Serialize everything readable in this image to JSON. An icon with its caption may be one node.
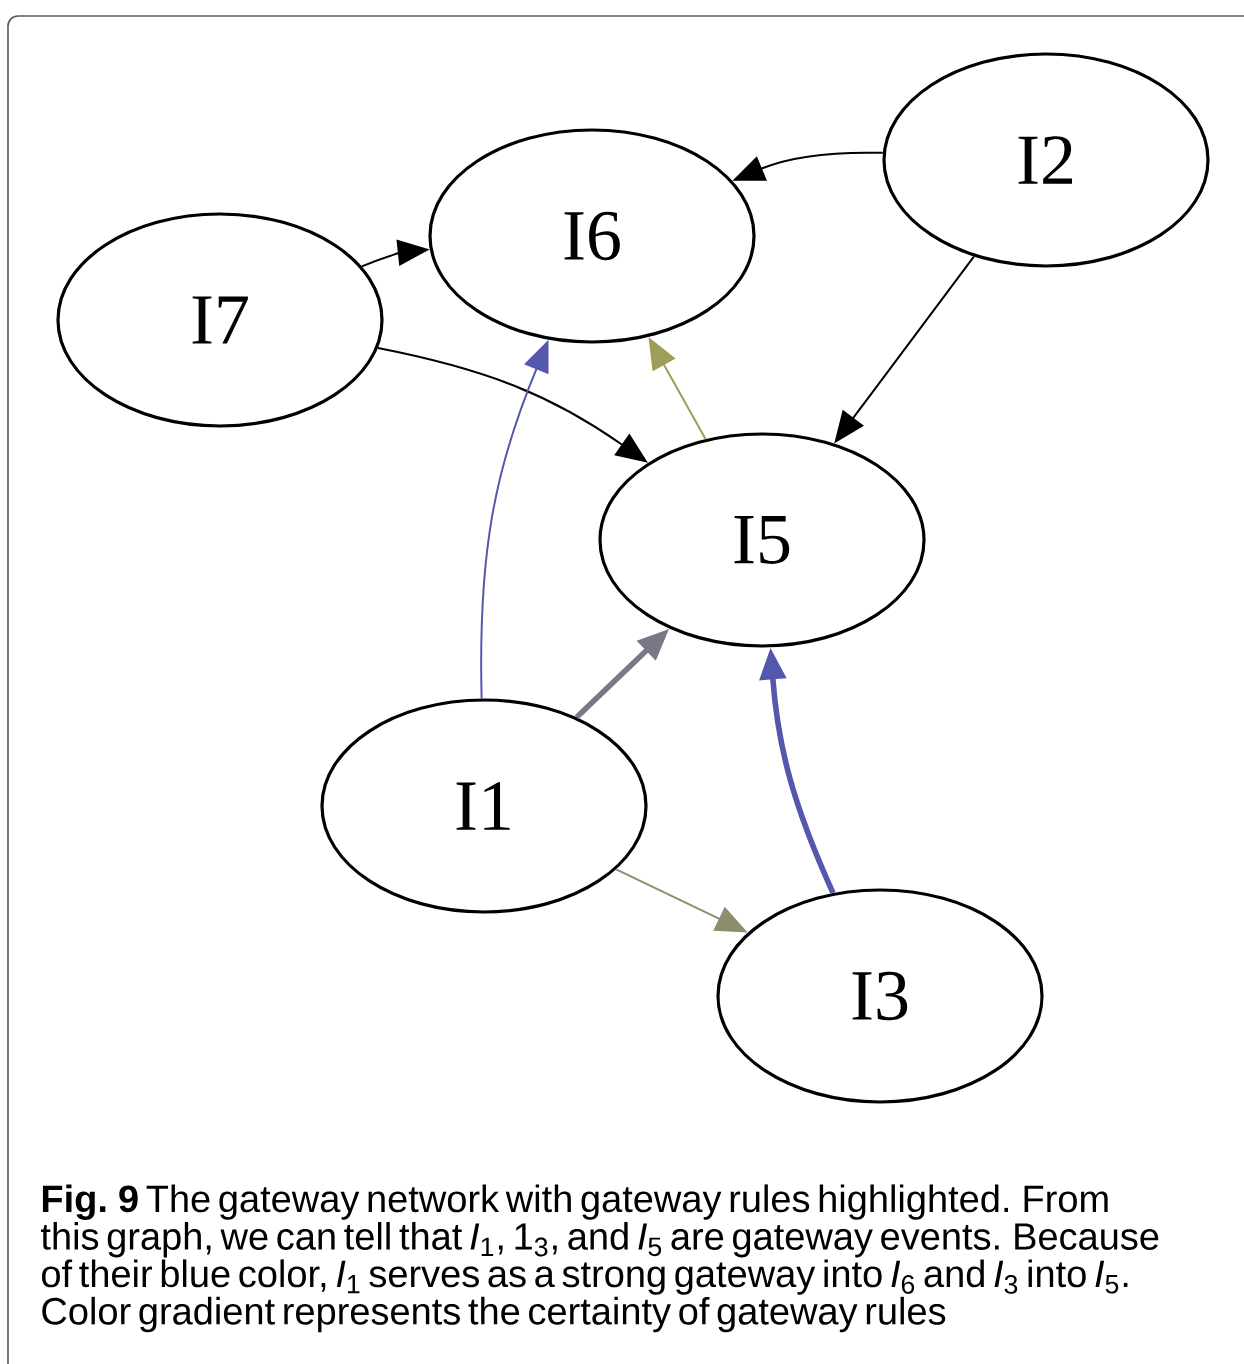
{
  "diagram": {
    "caption": "**Fig. 9** The gateway network with gateway rules highlighted. From this graph, we can tell that *I*$_{1}$, 1$_{3}$, and *I*$_{5}$ are gateway events. Because of their blue color, *I*$_{1}$ serves as a strong gateway into *I*$_{6}$ and *I*$_{3}$ into *I*$_{5}$. Color gradient represents the certainty of gateway rules",
    "nodes": [
      {
        "text": [
          "I2"
        ]
      },
      {
        "text": [
          "I6"
        ]
      },
      {
        "text": [
          "I7"
        ]
      },
      {
        "text": [
          "I5"
        ]
      },
      {
        "text": [
          "I1"
        ]
      },
      {
        "text": [
          "I3"
        ]
      }
    ],
    "edges": [
      {
        "from": 2,
        "to": 1,
        "arrow": "to"
      },
      {
        "from": 0,
        "to": 1,
        "arrow": "to"
      },
      {
        "from": 2,
        "to": 3,
        "arrow": "to"
      },
      {
        "from": 0,
        "to": 3,
        "arrow": "to"
      },
      {
        "from": 3,
        "to": 1,
        "arrow": "to",
        "color": "#9e9e5a"
      },
      {
        "from": 4,
        "to": 1,
        "arrow": "to",
        "color": "#5458aa"
      },
      {
        "from": 4,
        "to": 3,
        "arrow": "to",
        "style": "thick",
        "color": "#787888"
      },
      {
        "from": 5,
        "to": 3,
        "arrow": "to",
        "style": "thick",
        "color": "#5458aa"
      },
      {
        "from": 4,
        "to": 5,
        "arrow": "to",
        "color": "#8e8e6e"
      }
    ]
  }
}
